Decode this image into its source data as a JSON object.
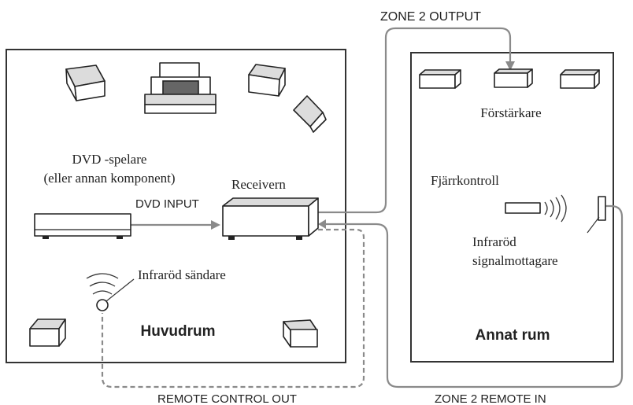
{
  "labels": {
    "zone2_output": "ZONE 2 OUTPUT",
    "dvd_player_line1": "DVD -spelare",
    "dvd_player_line2": "(eller annan komponent)",
    "receiver": "Receivern",
    "dvd_input": "DVD INPUT",
    "ir_transmitter": "Infraröd sändare",
    "main_room": "Huvudrum",
    "remote_control_out": "REMOTE CONTROL OUT",
    "amplifier": "Förstärkare",
    "remote_control": "Fjärrkontroll",
    "ir_receiver_line1": "Infraröd",
    "ir_receiver_line2": "signalmottagare",
    "other_room": "Annat rum",
    "zone2_remote_in": "ZONE 2 REMOTE IN"
  }
}
